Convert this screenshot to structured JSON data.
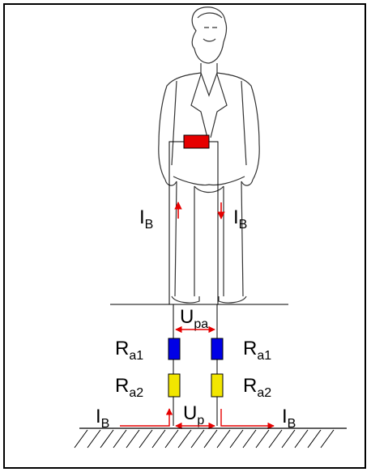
{
  "labels": {
    "current_main": "I",
    "current_sub": "B",
    "voltage_main": "U",
    "voltage_touch_sub": "pa",
    "voltage_step_sub": "p",
    "resistance_main": "R",
    "resistance_1_sub": "a1",
    "resistance_2_sub": "a2"
  },
  "colors": {
    "body_resistance": "#e60000",
    "arrow": "#e60000",
    "resistor_1": "#0000e6",
    "resistor_2": "#f2e600",
    "line": "#000000"
  }
}
